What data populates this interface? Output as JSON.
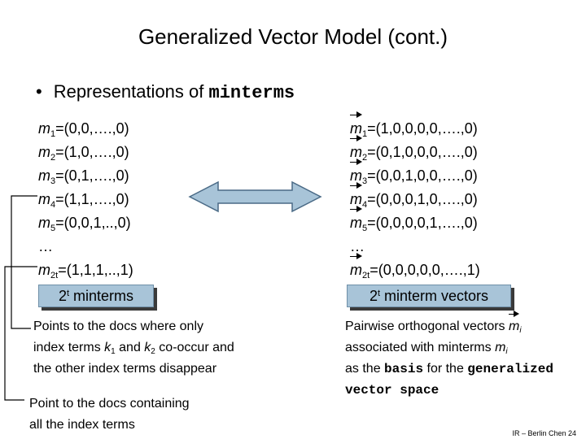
{
  "title": "Generalized Vector Model (cont.)",
  "bullet": {
    "marker": "•",
    "text_prefix": "Representations of",
    "text_term": "minterms"
  },
  "left_list": [
    {
      "m": "m",
      "sub": "1",
      "value": "=(0,0,….,0)"
    },
    {
      "m": "m",
      "sub": "2",
      "value": "=(1,0,….,0)"
    },
    {
      "m": "m",
      "sub": "3",
      "value": "=(0,1,….,0)"
    },
    {
      "m": "m",
      "sub": "4",
      "value": "=(1,1,….,0)"
    },
    {
      "m": "m",
      "sub": "5",
      "value": "=(0,0,1,..,0)"
    },
    {
      "m": "",
      "sub": "",
      "value": "…"
    },
    {
      "m": "m",
      "sub": "2t",
      "value": "=(1,1,1,..,1)"
    }
  ],
  "right_list": [
    {
      "m": "m",
      "sub": "1",
      "value": "=(1,0,0,0,0,….,0)"
    },
    {
      "m": "m",
      "sub": "2",
      "value": "=(0,1,0,0,0,….,0)"
    },
    {
      "m": "m",
      "sub": "3",
      "value": "=(0,0,1,0,0,….,0)"
    },
    {
      "m": "m",
      "sub": "4",
      "value": "=(0,0,0,1,0,….,0)"
    },
    {
      "m": "m",
      "sub": "5",
      "value": "=(0,0,0,0,1,….,0)"
    },
    {
      "m": "",
      "sub": "",
      "value": "…"
    },
    {
      "m": "m",
      "sub": "2t",
      "value": "=(0,0,0,0,0,….,1)"
    }
  ],
  "left_box": {
    "base": "2",
    "sup": "t",
    "text": " minterms"
  },
  "right_box": {
    "base": "2",
    "sup": "t",
    "text": " minterm vectors"
  },
  "left_note1": {
    "line1": "Points to the docs where only",
    "l2a": "index terms ",
    "k": "k",
    "k1": "1",
    "and": " and ",
    "k2": "2",
    "l2b": " co-occur and",
    "line3": "the other index terms disappear"
  },
  "left_note2": {
    "line1": "Point to the docs containing",
    "line2": "all the index terms"
  },
  "right_note": {
    "l1a": "Pairwise orthogonal vectors ",
    "m": "m",
    "i": "i",
    "l2a": "associated with minterms ",
    "l3a": "as the ",
    "basis": "basis",
    "l3b": " for the ",
    "generalized": "generalized",
    "vs": "vector space"
  },
  "footer": "IR – Berlin Chen 24",
  "colors": {
    "box_fill": "#a8c4d8",
    "arrow_fill": "#a8c4d8",
    "arrow_stroke": "#4a6a86"
  }
}
